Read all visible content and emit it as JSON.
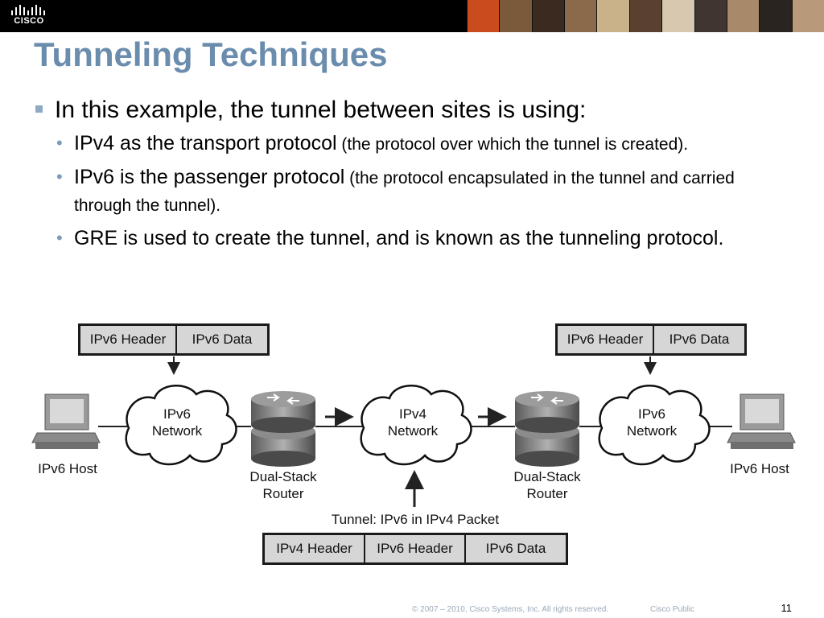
{
  "header": {
    "logo_text": "CISCO",
    "photo_colors": [
      "#c94b1e",
      "#7a5a3a",
      "#3b2a20",
      "#8a6a4a",
      "#c9b28a",
      "#5a4030",
      "#d8c8b0",
      "#403530",
      "#a88a6a",
      "#2a2420",
      "#b89a7a"
    ]
  },
  "slide": {
    "title": "Tunneling Techniques",
    "intro": "In this example, the tunnel between sites is using:",
    "bullets": [
      {
        "main": "IPv4 as the transport protocol",
        "note": " (the protocol over which the tunnel is created)."
      },
      {
        "main": "IPv6 is the passenger protocol",
        "note": " (the protocol encapsulated in the tunnel and carried through the tunnel)."
      },
      {
        "main": "GRE  is used to create the tunnel, and is known as the tunneling protocol.",
        "note": ""
      }
    ]
  },
  "diagram": {
    "left_header": [
      "IPv6 Header",
      "IPv6 Data"
    ],
    "right_header": [
      "IPv6 Header",
      "IPv6 Data"
    ],
    "bottom_header": [
      "IPv4 Header",
      "IPv6 Header",
      "IPv6 Data"
    ],
    "networks": [
      {
        "line1": "IPv6",
        "line2": "Network"
      },
      {
        "line1": "IPv4",
        "line2": "Network"
      },
      {
        "line1": "IPv6",
        "line2": "Network"
      }
    ],
    "left_host": "IPv6 Host",
    "right_host": "IPv6 Host",
    "left_router": {
      "line1": "Dual-Stack",
      "line2": "Router"
    },
    "right_router": {
      "line1": "Dual-Stack",
      "line2": "Router"
    },
    "tunnel_label": "Tunnel: IPv6 in IPv4 Packet"
  },
  "footer": {
    "copyright": "© 2007 – 2010, Cisco Systems, Inc. All rights reserved.",
    "classification": "Cisco Public",
    "page_number": "11"
  }
}
